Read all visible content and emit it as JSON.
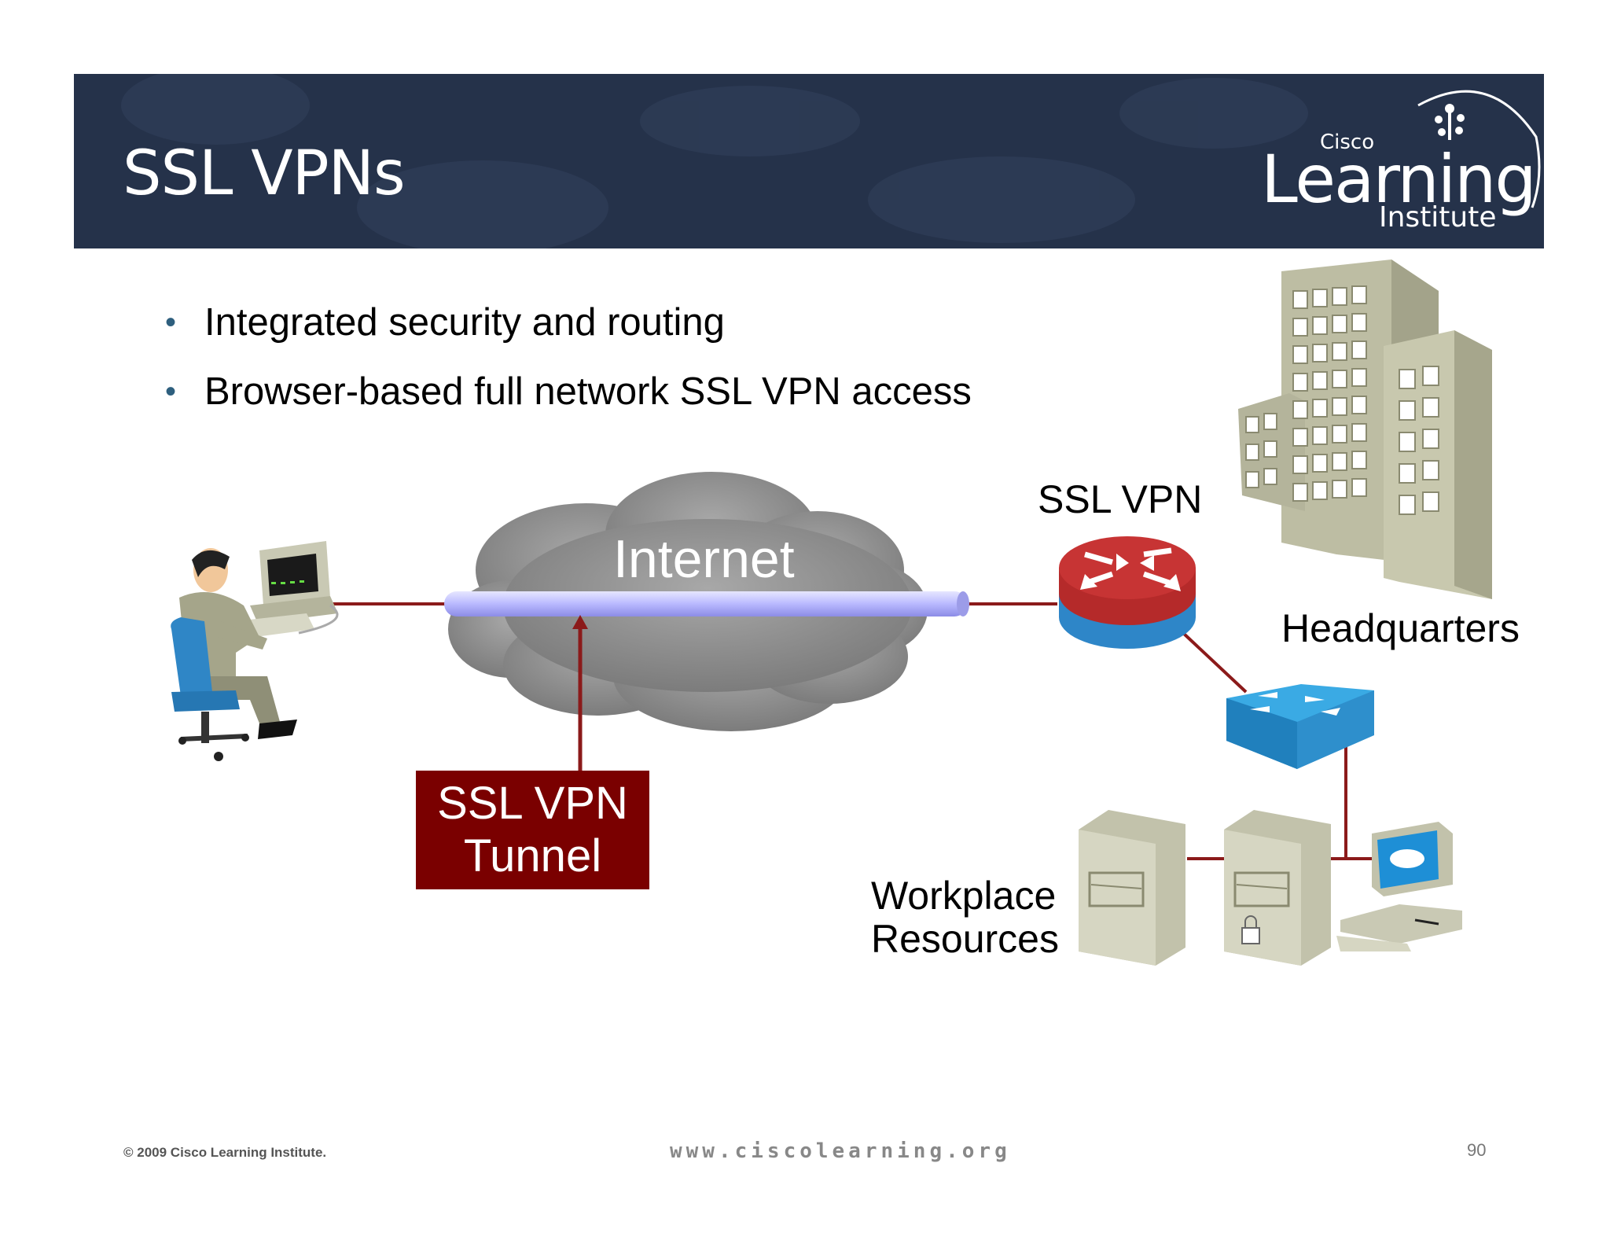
{
  "slide": {
    "title": "SSL VPNs",
    "bullets": [
      "Integrated security and routing",
      "Browser-based full network SSL VPN access"
    ]
  },
  "logo": {
    "brand": "Cisco",
    "word": "Learning",
    "sub": "Institute"
  },
  "diagram": {
    "internet_label": "Internet",
    "ssl_vpn_label": "SSL VPN",
    "headquarters_label": "Headquarters",
    "tunnel_label_line1": "SSL VPN",
    "tunnel_label_line2": "Tunnel",
    "workplace_label_line1": "Workplace",
    "workplace_label_line2": "Resources",
    "colors": {
      "link": "#8b1a1a",
      "tunnel": "#c8c8ff",
      "cloud": "#8e8e8e",
      "router_red": "#b52a2a",
      "router_blue": "#2e86c8",
      "switch_blue": "#2ea0dc",
      "building": "#bdbda3",
      "server": "#c2c2ab"
    }
  },
  "footer": {
    "copyright": "© 2009 Cisco Learning Institute.",
    "url": "www.ciscolearning.org",
    "page": "90"
  }
}
